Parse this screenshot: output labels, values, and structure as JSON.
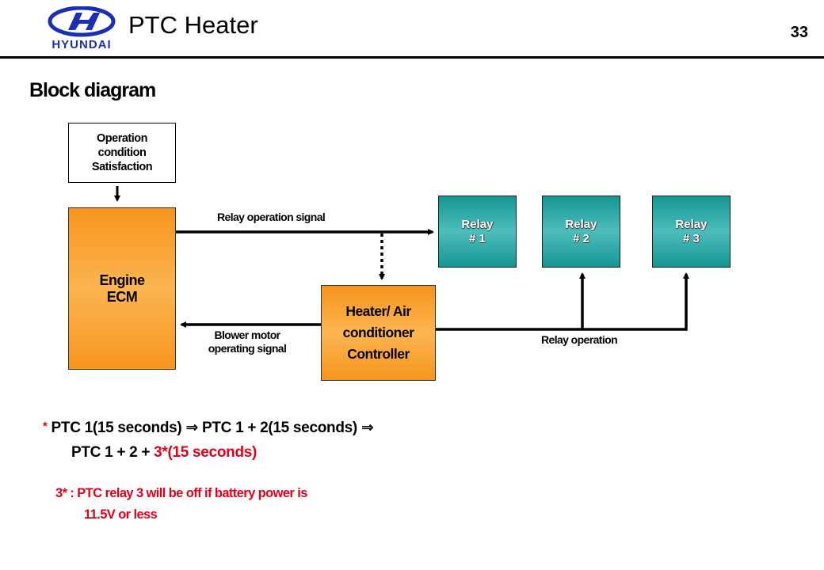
{
  "header": {
    "brand": "HYUNDAI",
    "title": "PTC Heater",
    "page_number": "33"
  },
  "section_title": "Block diagram",
  "diagram": {
    "condition_box": {
      "lines": [
        "Operation",
        "condition",
        "Satisfaction"
      ]
    },
    "ecm_box": {
      "lines": [
        "Engine",
        "ECM"
      ]
    },
    "controller_box": {
      "lines": [
        "Heater/ Air",
        "conditioner",
        "Controller"
      ]
    },
    "relays": [
      {
        "lines": [
          "Relay",
          "# 1"
        ]
      },
      {
        "lines": [
          "Relay",
          "# 2"
        ]
      },
      {
        "lines": [
          "Relay",
          "# 3"
        ]
      }
    ],
    "labels": {
      "relay_operation_signal": "Relay operation signal",
      "blower_line1": "Blower motor",
      "blower_line2": "operating signal",
      "relay_operation": "Relay operation"
    },
    "colors": {
      "orange": "#f7941d",
      "teal": "#139793",
      "brand_blue": "#1c2fb4",
      "red": "#e3001b"
    }
  },
  "sequence": {
    "bullet": "*",
    "line1": "PTC 1(15 seconds) ⇒ PTC 1 + 2(15 seconds) ⇒",
    "line2_prefix": "PTC 1 + 2 + ",
    "line2_red": "3*(15 seconds)"
  },
  "note": {
    "line1": "3* :  PTC relay 3 will be off if battery power is",
    "line2": "11.5V or less"
  }
}
